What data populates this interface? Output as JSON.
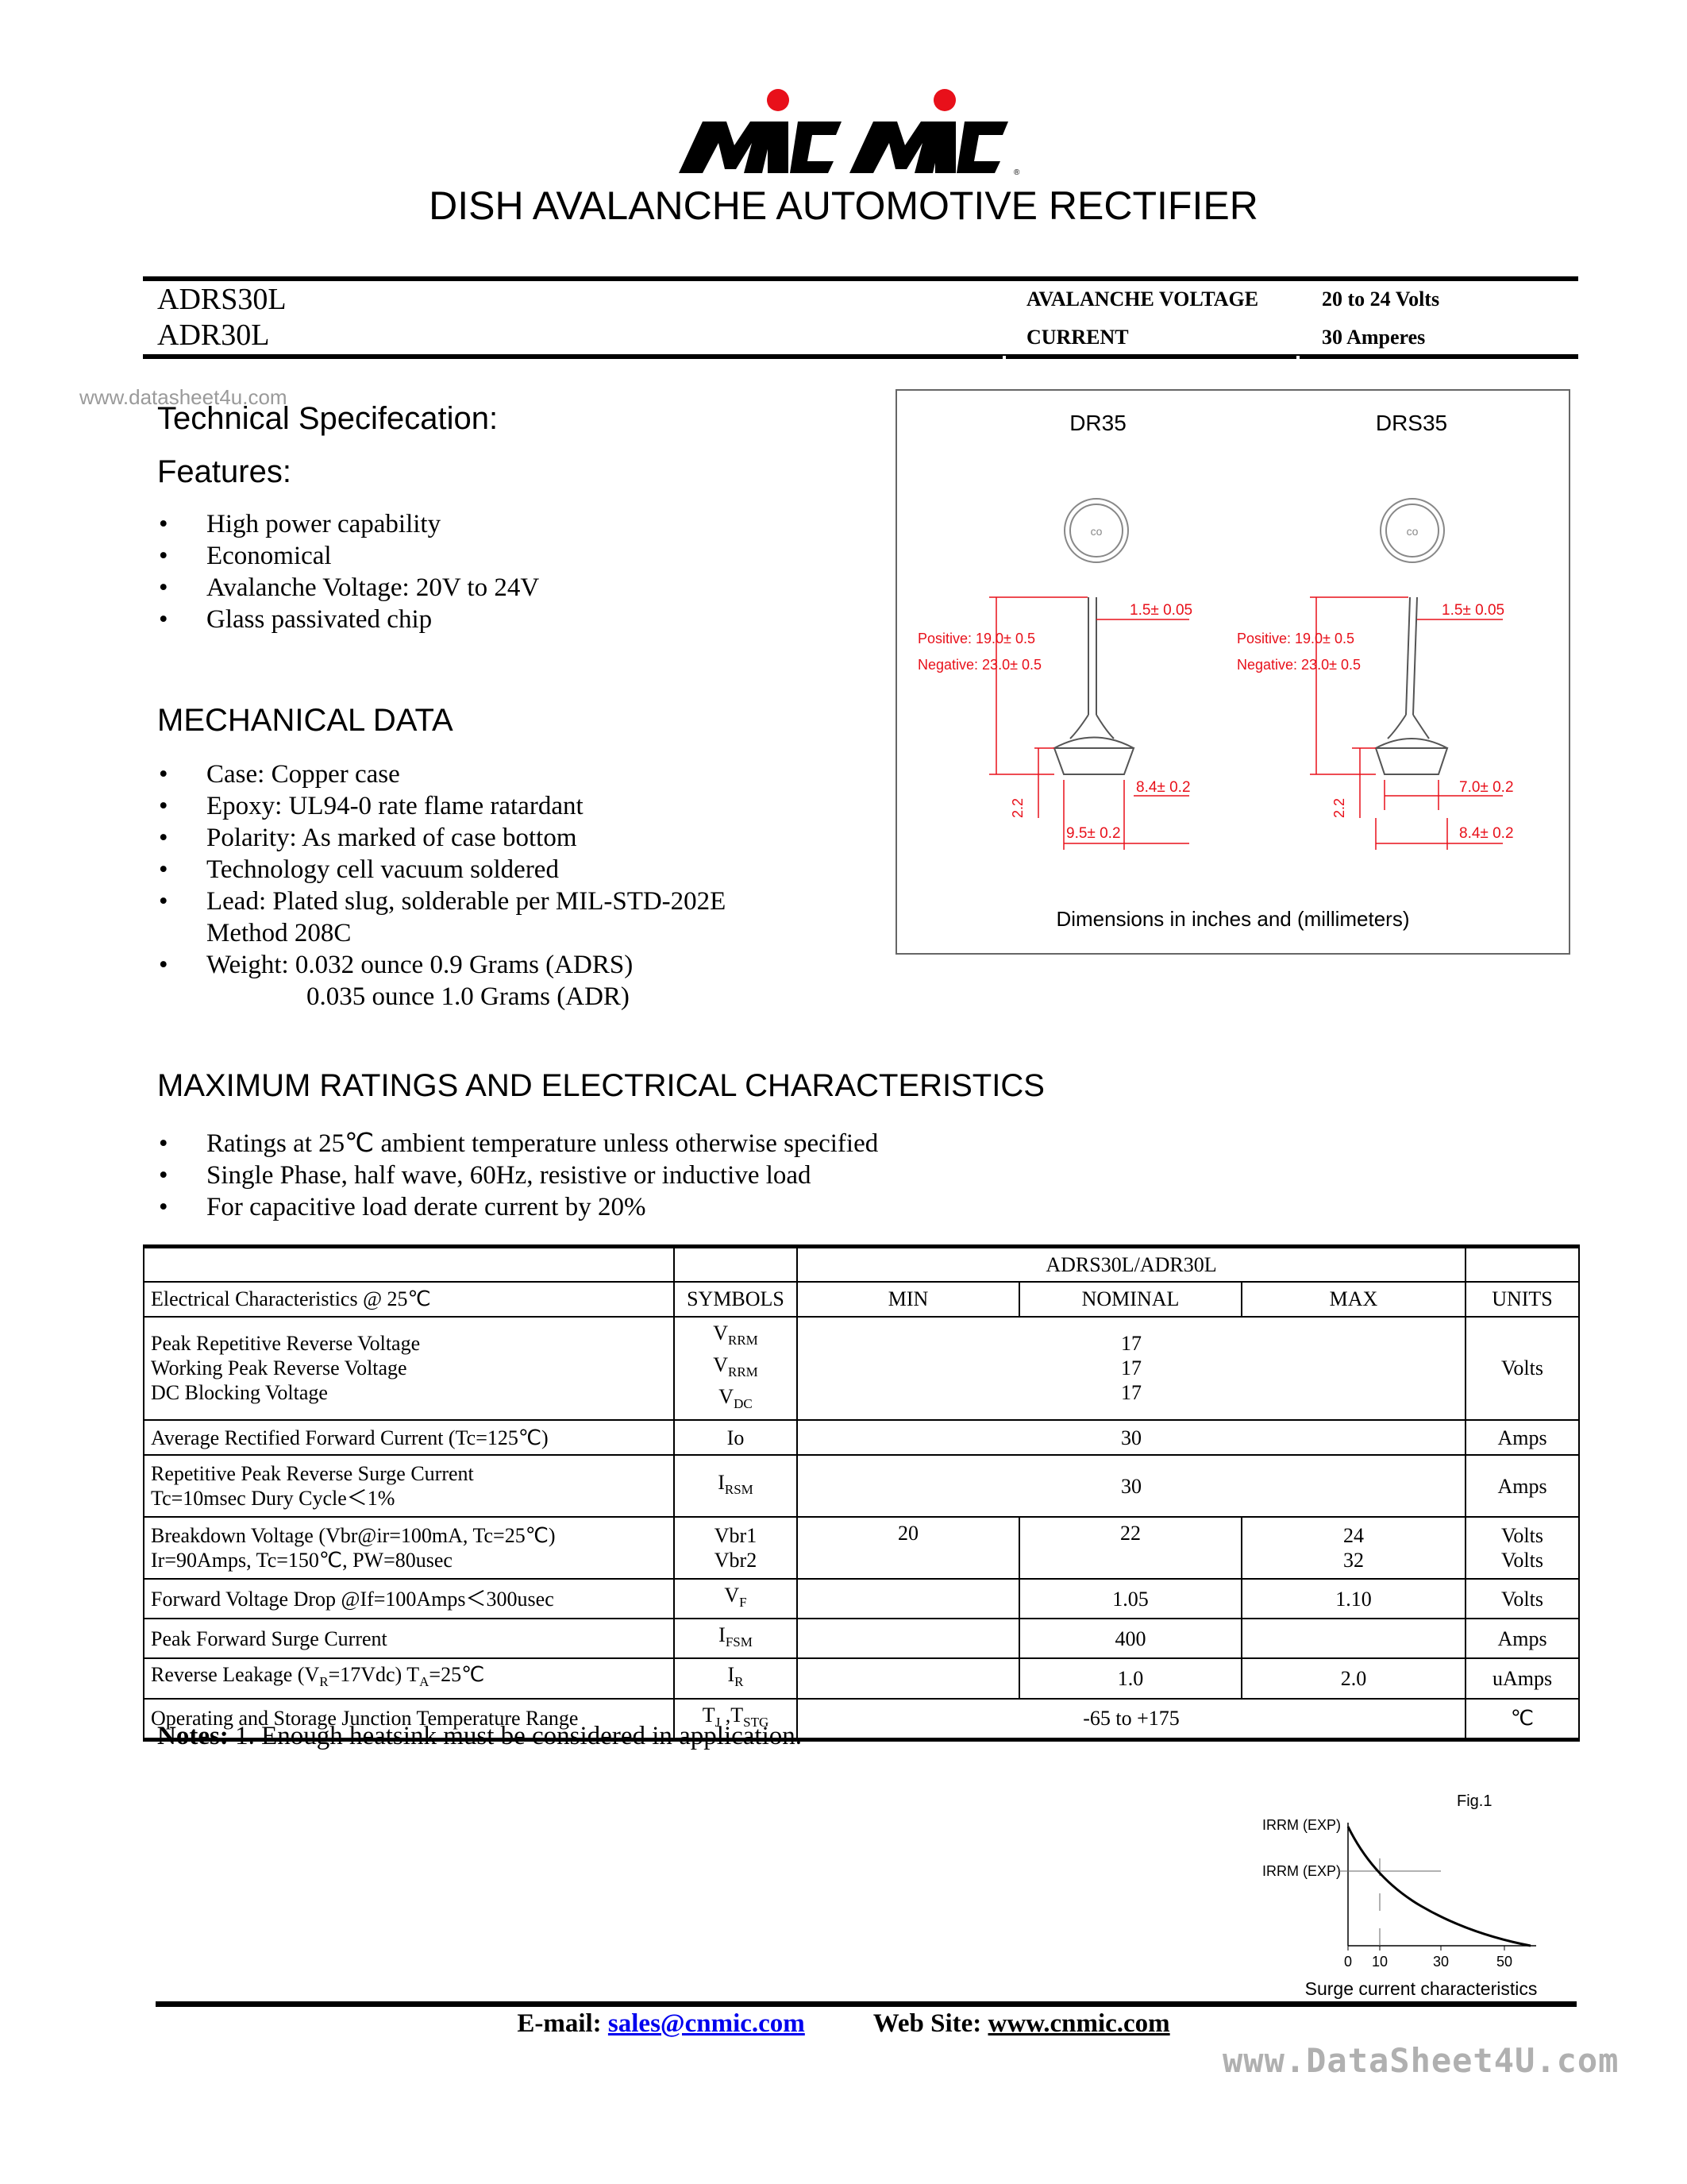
{
  "brand": {
    "logo_text": "MIC MIC",
    "logo_red": "#e8101a"
  },
  "title": "DISH AVALANCHE AUTOMOTIVE RECTIFIER",
  "header": {
    "part1": "ADRS30L",
    "part2": "ADR30L",
    "spec1_label": "AVALANCHE VOLTAGE",
    "spec1_value": "20 to 24 Volts",
    "spec2_label": "CURRENT",
    "spec2_value": "30 Amperes"
  },
  "watermark_top": "www.datasheet4u.com",
  "tech_spec_heading": "Technical Specifecation:",
  "features_heading": "Features:",
  "features": [
    "High power capability",
    "Economical",
    "Avalanche Voltage: 20V to 24V",
    "Glass passivated chip"
  ],
  "mechanical_heading": "MECHANICAL DATA",
  "mechanical": [
    "Case: Copper case",
    "Epoxy: UL94-0 rate flame ratardant",
    "Polarity: As marked of case bottom",
    "Technology cell vacuum soldered",
    "Lead: Plated slug, solderable per MIL-STD-202E",
    "Method 208C",
    "Weight:  0.032 ounce 0.9 Grams (ADRS)",
    "0.035 ounce 1.0 Grams (ADR)"
  ],
  "package": {
    "left_title": "DR35",
    "right_title": "DRS35",
    "dim_lead": "1.5± 0.05",
    "positive": "Positive: 19.0± 0.5",
    "negative": "Negative: 23.0± 0.5",
    "left_top_dim": "8.4± 0.2",
    "left_bottom_dim": "9.5± 0.2",
    "right_top_dim": "7.0± 0.2",
    "right_bottom_dim": "8.4± 0.2",
    "height_dim": "2.2",
    "caption": "Dimensions in inches and (millimeters)",
    "dim_color": "#e8101a"
  },
  "ratings_heading": "MAXIMUM RATINGS AND ELECTRICAL CHARACTERISTICS",
  "ratings_notes": [
    "Ratings at 25℃ ambient temperature unless otherwise specified",
    "Single Phase, half wave, 60Hz, resistive or inductive load",
    "For capacitive load derate current by 20%"
  ],
  "table": {
    "group_header": "ADRS30L/ADR30L",
    "col_param": "Electrical Characteristics @ 25℃",
    "col_symbols": "SYMBOLS",
    "col_min": "MIN",
    "col_nominal": "NOMINAL",
    "col_max": "MAX",
    "col_units": "UNITS",
    "rows": {
      "peak": {
        "p1": "Peak Repetitive Reverse Voltage",
        "p2": "Working Peak Reverse Voltage",
        "p3": "DC Blocking Voltage",
        "s1": "V",
        "s1sub": "RRM",
        "s2": "V",
        "s2sub": "RRM",
        "s3": "V",
        "s3sub": "DC",
        "v1": "17",
        "v2": "17",
        "v3": "17",
        "unit": "Volts"
      },
      "avg": {
        "param": "Average Rectified Forward Current (Tc=125℃)",
        "sym": "Io",
        "val": "30",
        "unit": "Amps"
      },
      "surge": {
        "p1": "Repetitive Peak Reverse Surge Current",
        "p2": "Tc=10msec Dury Cycle＜1%",
        "sym": "I",
        "symsub": "RSM",
        "val": "30",
        "unit": "Amps"
      },
      "breakdown": {
        "p1": "Breakdown Voltage (Vbr@ir=100mA, Tc=25℃)",
        "p2": "Ir=90Amps, Tc=150℃, PW=80usec",
        "sym1": "Vbr1",
        "sym2": "Vbr2",
        "min": "20",
        "nom": "22",
        "max1": "24",
        "max2": "32",
        "unit1": "Volts",
        "unit2": "Volts"
      },
      "vf": {
        "param": "Forward Voltage Drop @If=100Amps＜300usec",
        "sym": "V",
        "symsub": "F",
        "nom": "1.05",
        "max": "1.10",
        "unit": "Volts"
      },
      "ifsm": {
        "param": "Peak Forward Surge Current",
        "sym": "I",
        "symsub": "FSM",
        "nom": "400",
        "unit": "Amps"
      },
      "leak": {
        "param_a": "Reverse Leakage (V",
        "param_sub1": "R",
        "param_b": "=17Vdc) T",
        "param_sub2": "A",
        "param_c": "=25℃",
        "sym": "I",
        "symsub": "R",
        "nom": "1.0",
        "max": "2.0",
        "unit": "uAmps"
      },
      "temp": {
        "param": "Operating and Storage Junction Temperature Range",
        "sym_a": "T",
        "sym_sub_a": "J",
        "sym_b": " ,T",
        "sym_sub_b": "STG",
        "val": "-65 to +175",
        "unit": "℃"
      }
    }
  },
  "notes": {
    "label": "Notes:",
    "text": " 1. Enough heatsink must be considered in application."
  },
  "figure": {
    "title": "Fig.1",
    "label_top": "IRRM (EXP)",
    "label_mid": "IRRM (EXP)",
    "x_ticks": [
      "0",
      "10",
      "30",
      "50"
    ],
    "caption": "Surge current characteristics"
  },
  "footer": {
    "email_label": "E-mail: ",
    "email": "sales@cnmic.com",
    "web_label": "Web Site: ",
    "web": "www.cnmic.com"
  },
  "watermark_bottom": "www.DataSheet4U.com"
}
